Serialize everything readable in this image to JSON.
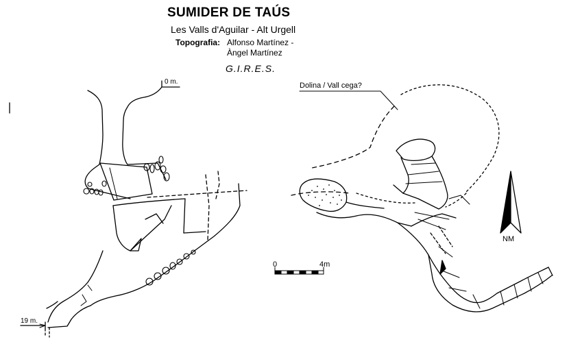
{
  "header": {
    "title": "SUMIDER DE TAÚS",
    "subtitle": "Les Valls d'Aguilar - Alt Urgell",
    "topography_label": "Topografia:",
    "authors": [
      "Alfonso Martínez -",
      "Àngel Martínez"
    ],
    "organization": "G.I.R.E.S."
  },
  "section": {
    "top_depth_label": "0 m.",
    "bottom_depth_label": "19 m."
  },
  "plan": {
    "annotation": "Dolina / Vall cega?"
  },
  "scale_bar": {
    "start_label": "0",
    "end_label": "4m"
  },
  "north_arrow": {
    "label": "NM"
  },
  "colors": {
    "ink": "#000000",
    "paper": "#ffffff"
  }
}
